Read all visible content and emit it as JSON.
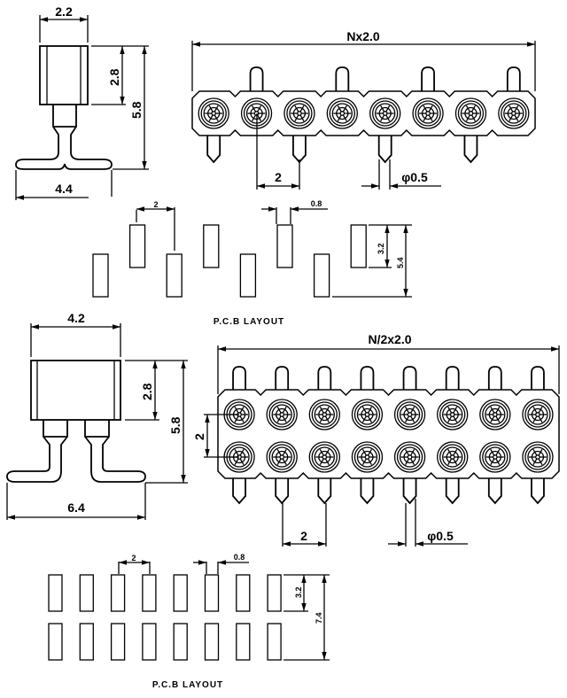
{
  "drawing": {
    "stroke_color": "#000000",
    "background": "#ffffff"
  },
  "single_row": {
    "side_view": {
      "width_label": "2.2",
      "body_height_label": "2.8",
      "total_height_label": "5.8",
      "foot_width_label": "4.4"
    },
    "top_view": {
      "length_label": "Nx2.0",
      "pitch_label": "2",
      "pin_diameter_label": "φ0.5",
      "contact_count": 8,
      "pins_top": [
        1,
        3,
        5,
        7
      ],
      "pins_bottom": [
        0,
        2,
        4,
        6
      ]
    },
    "pcb_layout": {
      "caption": "P.C.B LAYOUT",
      "pitch_label": "2",
      "pad_width_label": "0.8",
      "pad_length_label": "3.2",
      "row_span_label": "5.4",
      "pad_count": 8
    }
  },
  "double_row": {
    "side_view": {
      "width_label": "4.2",
      "body_height_label": "2.8",
      "total_height_label": "5.8",
      "foot_width_label": "6.4"
    },
    "top_view": {
      "length_label": "N/2x2.0",
      "row_pitch_label": "2",
      "pitch_label": "2",
      "pin_diameter_label": "φ0.5",
      "contacts_per_row": 8,
      "rows": 2
    },
    "pcb_layout": {
      "caption": "P.C.B LAYOUT",
      "pitch_label": "2",
      "pad_width_label": "0.8",
      "pad_length_label": "3.2",
      "row_span_label": "7.4",
      "pads_per_row": 8,
      "rows": 2
    }
  }
}
